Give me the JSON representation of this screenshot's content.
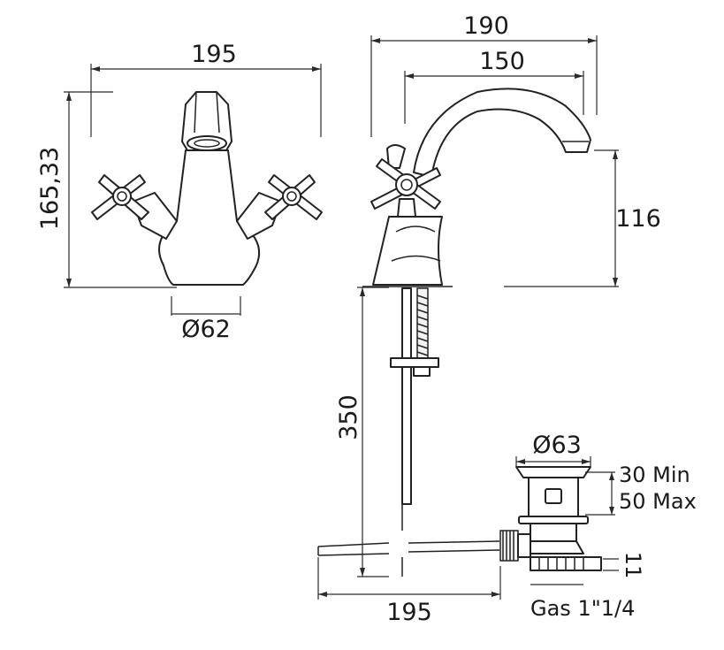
{
  "drawing": {
    "front_view": {
      "width_label": "195",
      "height_label": "165,33",
      "base_diameter_label": "Ø62"
    },
    "side_view": {
      "overall_reach_label": "190",
      "spout_reach_label": "150",
      "spout_height_label": "116",
      "tail_length_label": "350",
      "waste_reach_label": "195"
    },
    "waste": {
      "diameter_label": "Ø63",
      "min_thickness_label": "30 Min",
      "max_thickness_label": "50 Max",
      "offset_label": "11",
      "thread_label": "Gas 1\"1/4"
    }
  }
}
